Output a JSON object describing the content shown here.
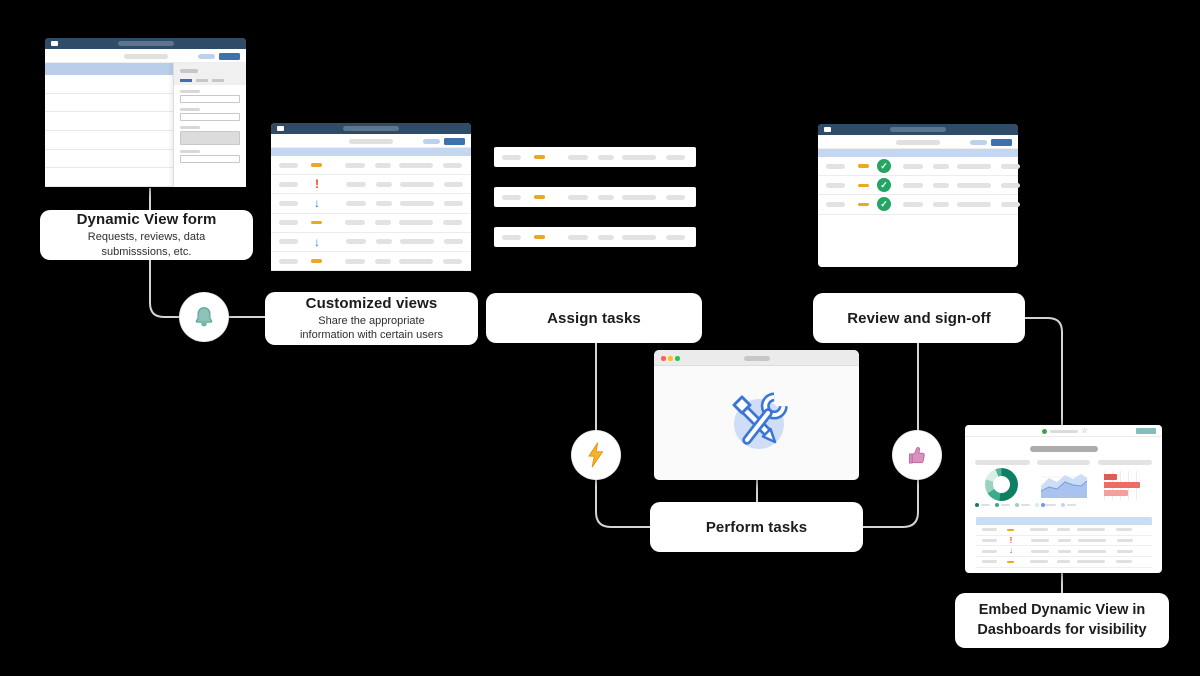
{
  "diagram": {
    "steps": {
      "dynamic_view": {
        "title": "Dynamic View form",
        "line1": "Requests, reviews, data",
        "line2": "submisssions, etc."
      },
      "customized_views": {
        "title": "Customized views",
        "line1": "Share the appropriate",
        "line2": "information with certain users"
      },
      "assign_tasks": {
        "title": "Assign tasks"
      },
      "review_signoff": {
        "title": "Review and sign-off"
      },
      "perform_tasks": {
        "title": "Perform tasks"
      },
      "embed_dashboards": {
        "line1": "Embed Dynamic View in",
        "line2": "Dashboards for visibility"
      }
    },
    "connector_icons": [
      "bell",
      "lightning-bolt",
      "thumbs-up"
    ],
    "rows": {
      "customized_views": [
        "dash",
        "exclaim",
        "down",
        "dash",
        "down",
        "dash"
      ],
      "assign_tasks": [
        "dash",
        "dash",
        "dash"
      ],
      "review_signoff": [
        "check",
        "check",
        "check"
      ],
      "dashboard_table": [
        "dash",
        "exclaim",
        "down",
        "dash"
      ]
    },
    "colors": {
      "background": "#000000",
      "window_titlebar": "#2e4b68",
      "primary_button_blue": "#3f72ab",
      "selected_row_blue": "#b9cfe9",
      "header_row_blue": "#c5d7ee",
      "status_yellow": "#eda722",
      "status_red": "#e8432d",
      "status_blue": "#2b7cd3",
      "status_green": "#24a564",
      "bell_teal": "#8fc3b9",
      "bolt_gold": "#f6b42c",
      "thumb_pink": "#d892bd",
      "tools_blue": "#3b76d6",
      "dashboard_button_teal": "#85bdbe",
      "connector_gray": "#d4d4d4"
    },
    "dashboard_charts": {
      "donut_segments": [
        {
          "color": "#0f7f64",
          "fraction": 0.52
        },
        {
          "color": "#3fa98b",
          "fraction": 0.14
        },
        {
          "color": "#9bd2bf",
          "fraction": 0.14
        },
        {
          "color": "#d7eee6",
          "fraction": 0.14
        },
        {
          "color": "#56b193",
          "fraction": 0.06
        }
      ],
      "area_series_colors": [
        "#cdddf6",
        "#a9c3ee"
      ],
      "bar_values": [
        {
          "color": "#e25a55",
          "width": 13
        },
        {
          "color": "#ee6b66",
          "width": 36
        },
        {
          "color": "#f59f9b",
          "width": 24
        }
      ]
    }
  }
}
